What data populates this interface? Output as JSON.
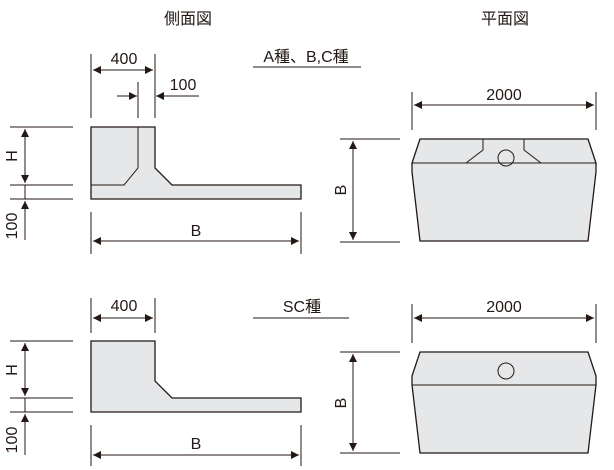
{
  "headers": {
    "side_view": "側面図",
    "plan_view": "平面図"
  },
  "top_section": {
    "type_label": "A種、B,C種",
    "dim_top_width": "400",
    "dim_wall": "100",
    "dim_height": "H",
    "dim_base": "100",
    "dim_length": "B",
    "plan_width": "2000",
    "plan_depth": "B"
  },
  "bottom_section": {
    "type_label": "SC種",
    "dim_top_width": "400",
    "dim_height": "H",
    "dim_base": "100",
    "dim_length": "B",
    "plan_width": "2000",
    "plan_depth": "B"
  },
  "colors": {
    "fill": "#e6e7e8",
    "line": "#231815"
  }
}
